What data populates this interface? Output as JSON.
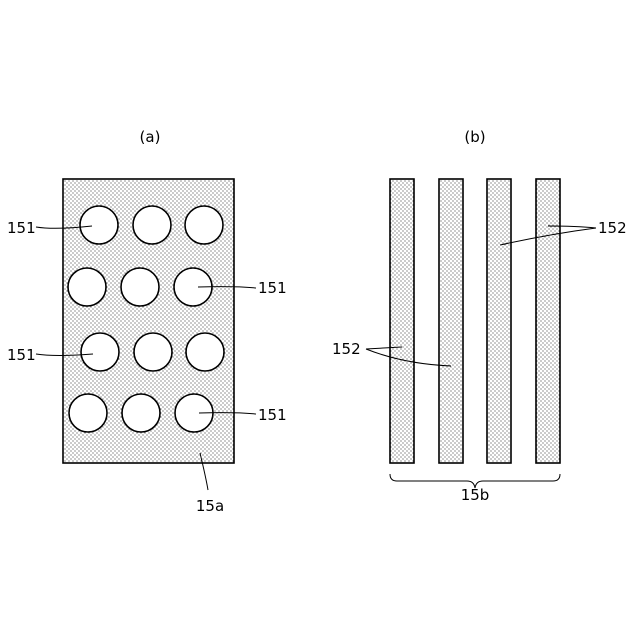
{
  "panel_a": {
    "caption": "(a)",
    "plate_label": "15a",
    "hole_labels": [
      "151",
      "151",
      "151",
      "151"
    ]
  },
  "panel_b": {
    "caption": "(b)",
    "group_label": "15b",
    "strip_labels": [
      "152",
      "152"
    ]
  },
  "colors": {
    "line": "#000000",
    "dot": "#000000",
    "background": "#ffffff"
  }
}
